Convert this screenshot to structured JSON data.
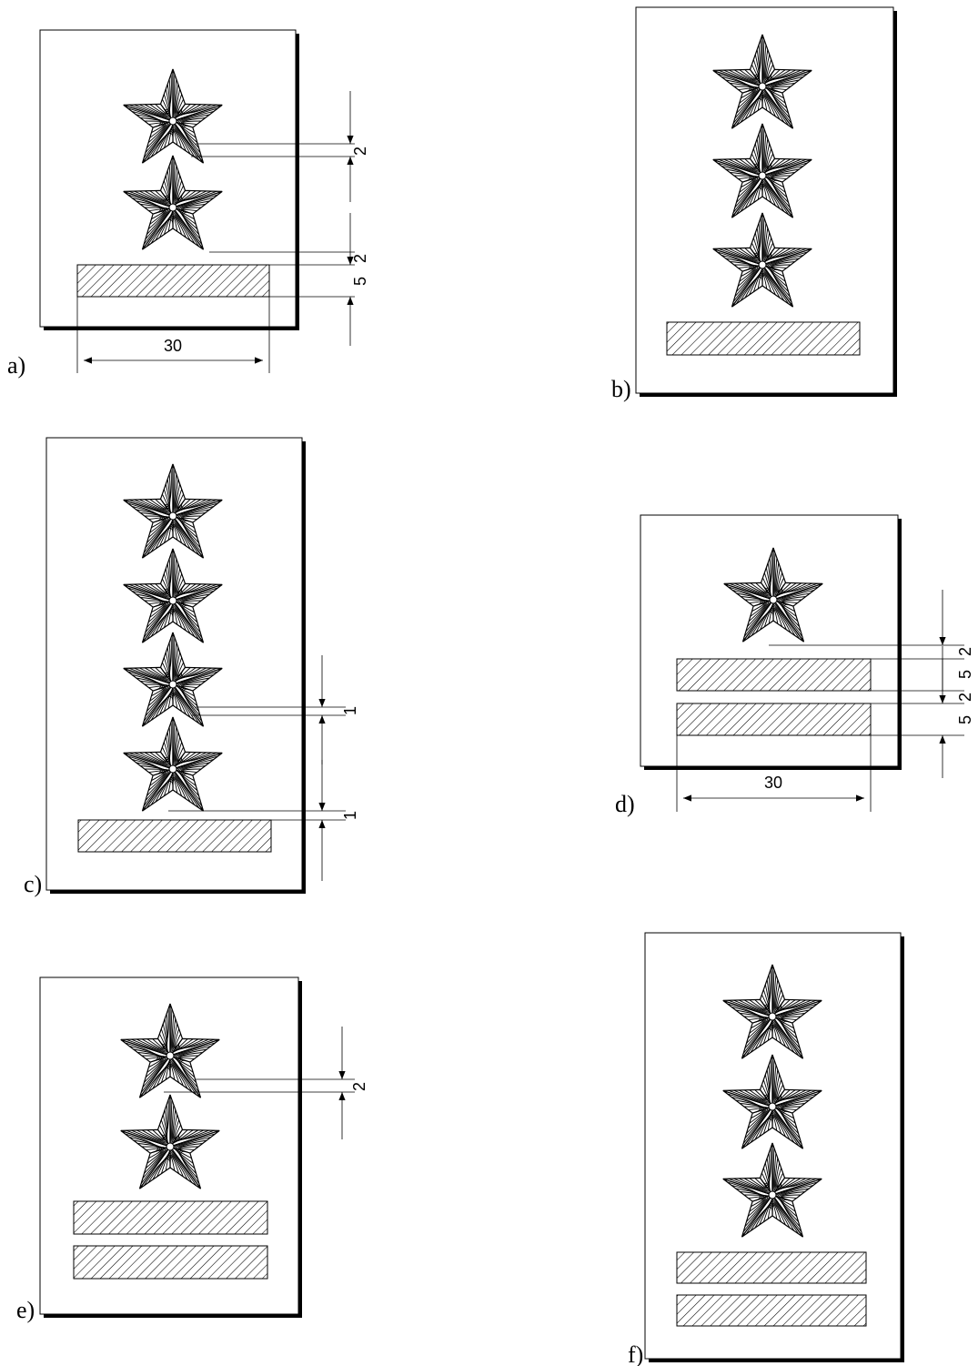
{
  "panels": [
    {
      "label": "a)",
      "stars": 2,
      "bars": 1,
      "dimensions": {
        "star_gap": "2",
        "bar_gap": "2",
        "bar_height": "5",
        "bar_width": "30"
      }
    },
    {
      "label": "b)",
      "stars": 3,
      "bars": 1
    },
    {
      "label": "c)",
      "stars": 4,
      "bars": 1,
      "dimensions": {
        "star_gap": "1",
        "bar_gap": "1"
      }
    },
    {
      "label": "d)",
      "stars": 1,
      "bars": 2,
      "dimensions": {
        "star_gap": "2",
        "bar_height_1": "5",
        "bar_gap": "2",
        "bar_height_2": "5",
        "bar_width": "30"
      }
    },
    {
      "label": "e)",
      "stars": 2,
      "bars": 2,
      "dimensions": {
        "star_gap": "2"
      }
    },
    {
      "label": "f)",
      "stars": 3,
      "bars": 2
    }
  ]
}
